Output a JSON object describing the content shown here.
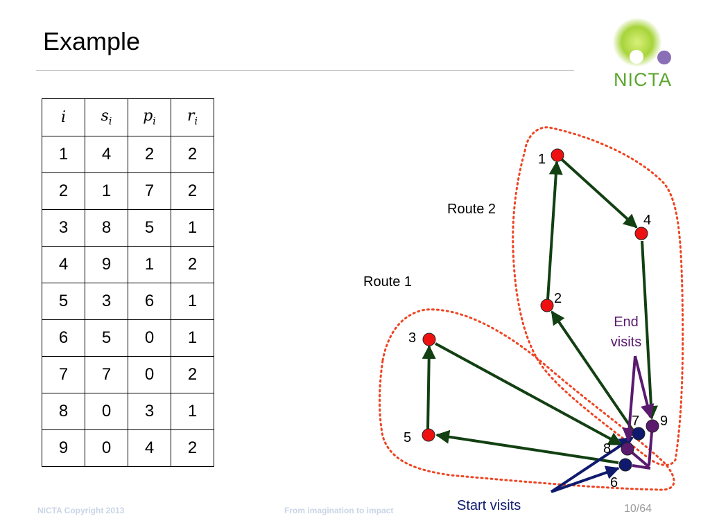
{
  "slide": {
    "title": "Example",
    "footer_left": "NICTA Copyright 2013",
    "footer_center": "From imagination to impact",
    "page_number": "10/64"
  },
  "logo": {
    "text": "NICTA"
  },
  "table": {
    "headers": [
      {
        "base": "i",
        "sub": ""
      },
      {
        "base": "s",
        "sub": "i"
      },
      {
        "base": "p",
        "sub": "i"
      },
      {
        "base": "r",
        "sub": "i"
      }
    ],
    "rows": [
      [
        "1",
        "4",
        "2",
        "2"
      ],
      [
        "2",
        "1",
        "7",
        "2"
      ],
      [
        "3",
        "8",
        "5",
        "1"
      ],
      [
        "4",
        "9",
        "1",
        "2"
      ],
      [
        "5",
        "3",
        "6",
        "1"
      ],
      [
        "6",
        "5",
        "0",
        "1"
      ],
      [
        "7",
        "7",
        "0",
        "2"
      ],
      [
        "8",
        "0",
        "3",
        "1"
      ],
      [
        "9",
        "0",
        "4",
        "2"
      ]
    ]
  },
  "diagram": {
    "route_labels": {
      "route1": "Route 1",
      "route2": "Route 2"
    },
    "end_visits": [
      "End",
      "visits"
    ],
    "start_visits": "Start visits",
    "node_labels": {
      "n1": "1",
      "n2": "2",
      "n3": "3",
      "n4": "4",
      "n5": "5",
      "n6": "6",
      "n7": "7",
      "n8": "8",
      "n9": "9"
    },
    "colors": {
      "visit_node": "#ee1111",
      "start_node": "#0f1a6e",
      "end_node": "#5a1a6e",
      "route_arrow": "#124012",
      "start_arrow": "#0f1a6e",
      "end_arrow": "#5a1a6e",
      "route_outline": "#ee4422",
      "end_label": "#5a1a6e",
      "start_label": "#0f1a6e"
    }
  }
}
